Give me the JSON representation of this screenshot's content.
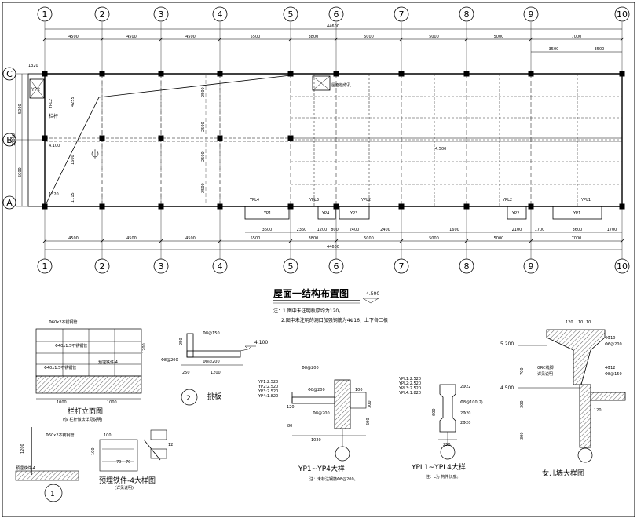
{
  "grid": {
    "col_labels": [
      "1",
      "2",
      "3",
      "4",
      "5",
      "6",
      "7",
      "8",
      "9",
      "10"
    ],
    "row_labels": [
      "C",
      "B",
      "A"
    ],
    "top_dims": [
      "4500",
      "4500",
      "4500",
      "5500",
      "3800",
      "5000",
      "5000",
      "5000",
      "7000"
    ],
    "top_total": "44600",
    "top_sub": [
      "3500",
      "3500"
    ],
    "bottom_dims": [
      "4500",
      "4500",
      "4500",
      "5500",
      "3800",
      "5000",
      "5000",
      "5000",
      "7000"
    ],
    "bottom_total": "44600",
    "left_dims": [
      "5000",
      "5000"
    ],
    "left_total": "10000",
    "left_top": "1320"
  },
  "plan": {
    "labels": {
      "yp2_left": "YP2",
      "ypl2_left": "YPL2",
      "railing": "栏杆",
      "level_4100": "4.100",
      "dim_1320": "1320",
      "dim_1115": "1115",
      "dim_4255": "4255",
      "dim_1600": "1600",
      "roof_hole": "屋面检修孔",
      "level_4500": "4.500",
      "ypl4": "YPL4",
      "ypl3": "YPL3",
      "ypl2_a": "YPL2",
      "ypl2_b": "YPL2",
      "ypl1": "YPL1",
      "yp1_a": "YP1",
      "yp4": "YP4",
      "yp3": "YP3",
      "yp2_b": "YP2",
      "yp1_b": "YP1",
      "d_2500a": "2500",
      "d_2500b": "2500",
      "d_2500c": "2500",
      "d_2500d": "2500"
    },
    "opening_dims": [
      "3600",
      "2360",
      "1200",
      "800",
      "2400",
      "2400",
      "1600",
      "2100",
      "1700",
      "3600",
      "1700"
    ]
  },
  "title": {
    "main": "屋面一结构布置图",
    "level": "4.500",
    "note1": "注：1.图中未注明板厚均为120。",
    "note2": "2.图中未注明的洞口加强钢筋为4Φ16，上下各二根"
  },
  "details": {
    "railing_title": "栏杆立面图",
    "railing_sub": "(仅 栏杆做法详见说明)",
    "railing_dims": [
      "1000",
      "1000",
      "1200"
    ],
    "railing_notes": [
      "Φ60x2不锈钢管",
      "Φ40x1.5不锈钢管",
      "Φ40x1.5不锈钢管",
      "预埋铁件-4"
    ],
    "embed_title": "预埋铁件-4大样图",
    "embed_sub": "(详见说明)",
    "embed_dims": [
      "70",
      "70",
      "100",
      "100",
      "1200",
      "12"
    ],
    "circle1": "1",
    "cantilever_title": "挑板",
    "cantilever_num": "2",
    "cantilever_level": "4.100",
    "cantilever_notes": [
      "Φ8@150",
      "Φ8@200",
      "Φ8@200"
    ],
    "cantilever_dims": [
      "250",
      "250",
      "1200"
    ],
    "yp_title": "YP1~YP4大样",
    "yp_note": "注：未标注钢筋Φ8@200。",
    "yp_levels": [
      "YP1:2.520",
      "YP2:2.520",
      "YP3:2.520",
      "YP4:1.820"
    ],
    "yp_notes": [
      "Φ8@200",
      "Φ8@200",
      "Φ8@200"
    ],
    "yp_dims": [
      "1020",
      "80",
      "120",
      "300",
      "100",
      "600"
    ],
    "ypl_title": "YPL1~YPL4大样",
    "ypl_note": "注：L为 构件长度。",
    "ypl_levels": [
      "YPL1:2.520",
      "YPL2:2.520",
      "YPL3:2.520",
      "YPL4:1.820"
    ],
    "ypl_notes": [
      "2Φ22",
      "2Φ20",
      "2Φ20",
      "Φ8@100(2)"
    ],
    "ypl_dims": [
      "600",
      "250"
    ],
    "parapet_title": "女儿墙大样图",
    "parapet_levels": [
      "5.200",
      "4.500"
    ],
    "parapet_notes": [
      "GRC线脚",
      "详见说明",
      "4Φ10",
      "Φ6@200",
      "4Φ12",
      "Φ8@150"
    ],
    "parapet_dims": [
      "700",
      "300",
      "120",
      "10",
      "10",
      "120",
      "300"
    ]
  }
}
